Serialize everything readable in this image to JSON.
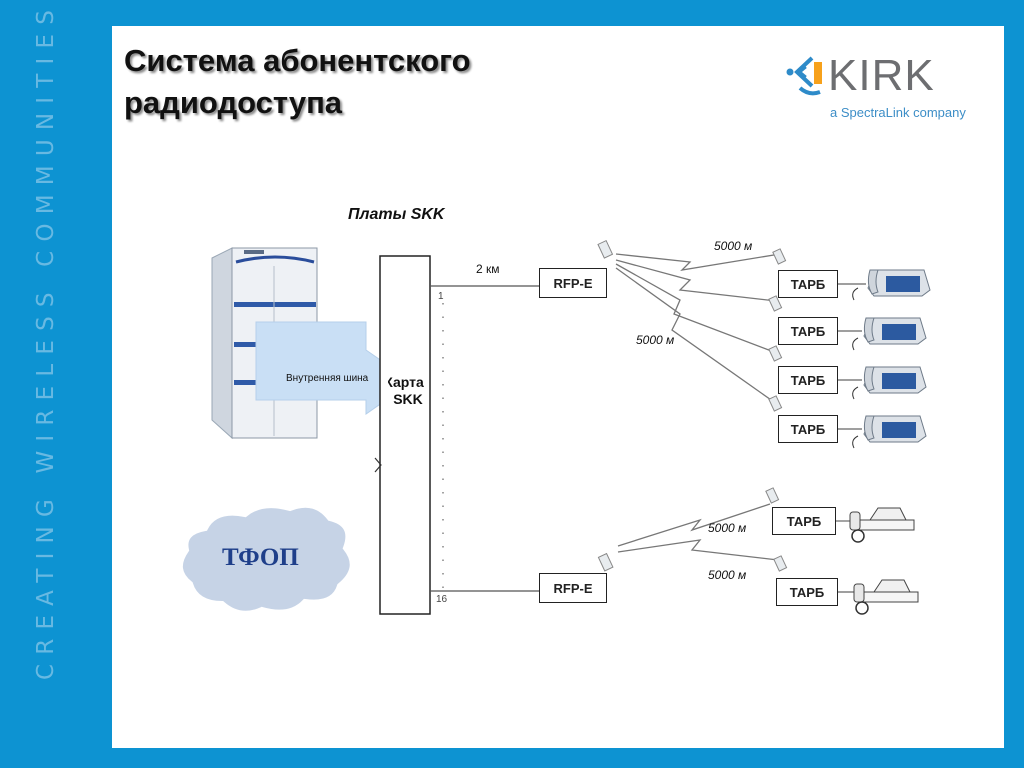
{
  "slide": {
    "title_line1": "Система абонентского",
    "title_line2": "радиодоступа",
    "side_text": "CREATING WIRELESS COMMUNITIES"
  },
  "logo": {
    "name": "KIRK",
    "tagline": "a SpectraLink company",
    "icon": "kirk-logo-icon",
    "color_primary": "#6d6e71",
    "color_accent": "#3d8ec7"
  },
  "diagram": {
    "boards_label": "Платы SKK",
    "card_label_line1": "Карта",
    "card_label_line2": "SKK",
    "port_first": "1",
    "port_last": "16",
    "line_length": "2 км",
    "arrow_label": "Внутренняя шина",
    "cloud_label": "ТФОП",
    "rfp_upper": "RFP-E",
    "rfp_lower": "RFP-E",
    "range_upper_top": "5000 м",
    "range_upper_mid": "5000 м",
    "range_lower_1": "5000 м",
    "range_lower_2": "5000 м",
    "terminals_upper": [
      "ТАРБ",
      "ТАРБ",
      "ТАРБ",
      "ТАРБ"
    ],
    "terminals_lower": [
      "ТАРБ",
      "ТАРБ"
    ]
  },
  "colors": {
    "background": "#0d93d2",
    "panel": "#ffffff",
    "arrow_fill": "#c9dff5",
    "cloud_fill": "#c6d3e6"
  }
}
